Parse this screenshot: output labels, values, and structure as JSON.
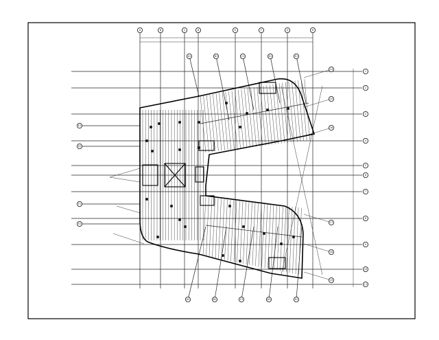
{
  "drawing": {
    "type": "structural floor framing plan",
    "column_grid_labels": [
      "A",
      "B",
      "C",
      "D",
      "E",
      "F",
      "G",
      "H"
    ],
    "row_grid_labels": [
      "1",
      "2",
      "3",
      "4",
      "5",
      "6",
      "7",
      "8",
      "9",
      "10",
      "11"
    ],
    "radial_grid_labels_top": [
      "A1",
      "B1",
      "C1",
      "D1",
      "E1"
    ],
    "radial_grid_labels_bottom": [
      "A2",
      "B2",
      "C2",
      "D2",
      "E2"
    ],
    "right_wing_labels": [
      "14",
      "15",
      "16",
      "17",
      "18",
      "19"
    ],
    "left_labels": [
      "E1",
      "E2",
      "F1",
      "F2"
    ]
  }
}
